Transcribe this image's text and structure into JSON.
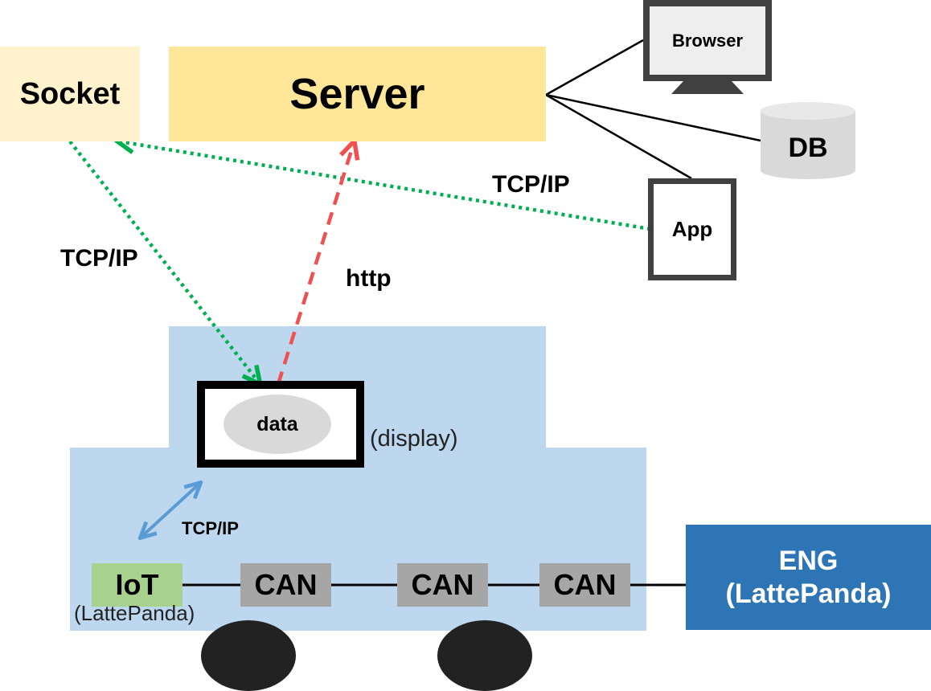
{
  "nodes": {
    "socket": "Socket",
    "server": "Server",
    "browser": "Browser",
    "db": "DB",
    "app": "App",
    "data": "data",
    "display": "(display)",
    "iot": "IoT",
    "iot_sub": "(LattePanda)",
    "can_1": "CAN",
    "can_2": "CAN",
    "can_3": "CAN",
    "eng_line1": "ENG",
    "eng_line2": "(LattePanda)"
  },
  "connections": {
    "socket_to_display": "TCP/IP",
    "display_to_server": "http",
    "app_to_socket": "TCP/IP",
    "iot_to_display": "TCP/IP"
  },
  "colors": {
    "socket_fill": "#fff2cc",
    "server_fill": "#ffe699",
    "car_fill": "#bdd7ee",
    "iot_fill": "#a9d18e",
    "can_fill": "#a6a6a6",
    "eng_fill": "#2e75b6",
    "tcp_arrow": "#00b050",
    "http_arrow": "#f05050",
    "car_arrow": "#5b9bd5"
  }
}
